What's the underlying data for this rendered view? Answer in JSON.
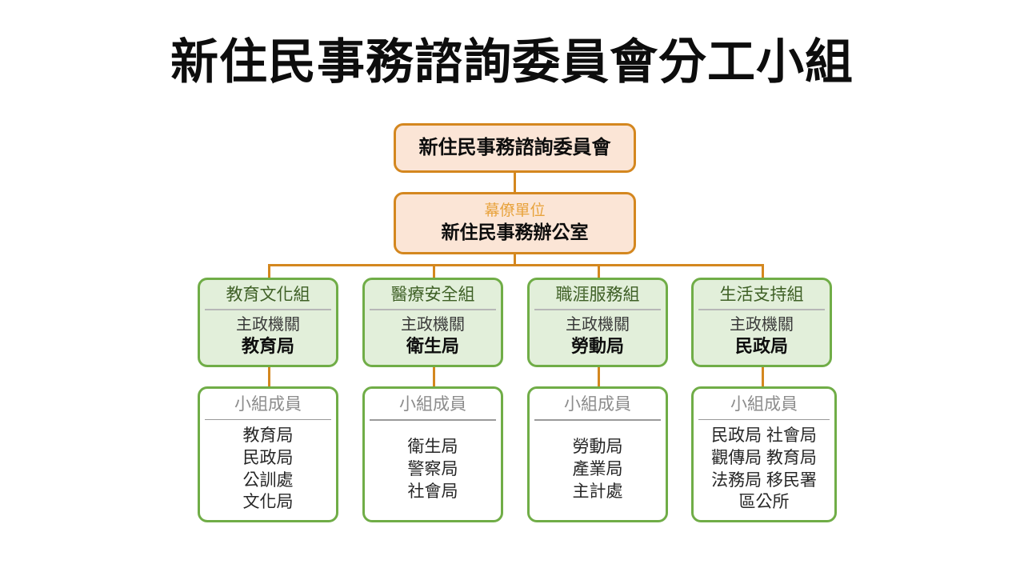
{
  "title": "新住民事務諮詢委員會分工小組",
  "colors": {
    "orange_border": "#d4871f",
    "orange_fill": "#fbe5d6",
    "orange_label": "#e8a33d",
    "green_border": "#70ad47",
    "green_fill": "#e2efda",
    "green_header_text": "#3f6026",
    "members_header_text": "#8c8c8c",
    "divider_gray": "#9a9a9a",
    "connector": "#d4871f",
    "page_background": "#ffffff",
    "title_text": "#0d0d0d"
  },
  "top": {
    "committee": {
      "name": "新住民事務諮詢委員會"
    },
    "office": {
      "role_label": "幕僚單位",
      "name": "新住民事務辦公室"
    }
  },
  "labels": {
    "lead_agency": "主政機關",
    "members_header": "小組成員"
  },
  "groups": [
    {
      "name": "教育文化組",
      "lead_agency_label": "主政機關",
      "lead_agency": "教育局",
      "members_header": "小組成員",
      "member_lines": [
        "教育局",
        "民政局",
        "公訓處",
        "文化局"
      ]
    },
    {
      "name": "醫療安全組",
      "lead_agency_label": "主政機關",
      "lead_agency": "衛生局",
      "members_header": "小組成員",
      "member_lines": [
        "衛生局",
        "警察局",
        "社會局"
      ]
    },
    {
      "name": "職涯服務組",
      "lead_agency_label": "主政機關",
      "lead_agency": "勞動局",
      "members_header": "小組成員",
      "member_lines": [
        "勞動局",
        "產業局",
        "主計處"
      ]
    },
    {
      "name": "生活支持組",
      "lead_agency_label": "主政機關",
      "lead_agency": "民政局",
      "members_header": "小組成員",
      "member_lines": [
        "民政局 社會局",
        "觀傳局 教育局",
        "法務局 移民署",
        "區公所"
      ]
    }
  ]
}
